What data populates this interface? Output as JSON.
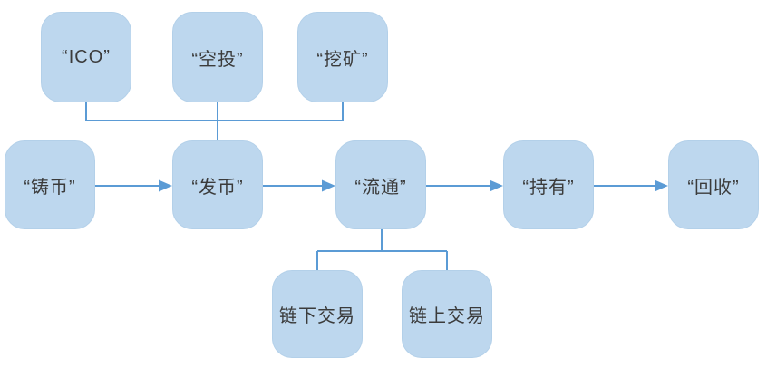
{
  "diagram": {
    "description": "token lifecycle flowchart",
    "colors": {
      "node_fill": "#bdd7ee",
      "connector": "#5b9bd5",
      "text": "#3b3b3b",
      "background": "#ffffff"
    },
    "nodes": {
      "ico": {
        "label": "“ICO”"
      },
      "airdrop": {
        "label": "“空投”"
      },
      "mining": {
        "label": "“挖矿”"
      },
      "mint": {
        "label": "“铸币”"
      },
      "issue": {
        "label": "“发币”"
      },
      "circulate": {
        "label": "“流通”"
      },
      "hold": {
        "label": "“持有”"
      },
      "recycle": {
        "label": "“回收”"
      },
      "offchain": {
        "label": "链下交易"
      },
      "onchain": {
        "label": "链上交易"
      }
    },
    "edges": [
      {
        "from": "ico",
        "to": "issue",
        "style": "elbow"
      },
      {
        "from": "airdrop",
        "to": "issue",
        "style": "elbow"
      },
      {
        "from": "mining",
        "to": "issue",
        "style": "elbow"
      },
      {
        "from": "mint",
        "to": "issue",
        "style": "arrow"
      },
      {
        "from": "issue",
        "to": "circulate",
        "style": "arrow"
      },
      {
        "from": "circulate",
        "to": "hold",
        "style": "arrow"
      },
      {
        "from": "hold",
        "to": "recycle",
        "style": "arrow"
      },
      {
        "from": "circulate",
        "to": "offchain",
        "style": "elbow"
      },
      {
        "from": "circulate",
        "to": "onchain",
        "style": "elbow"
      }
    ]
  }
}
